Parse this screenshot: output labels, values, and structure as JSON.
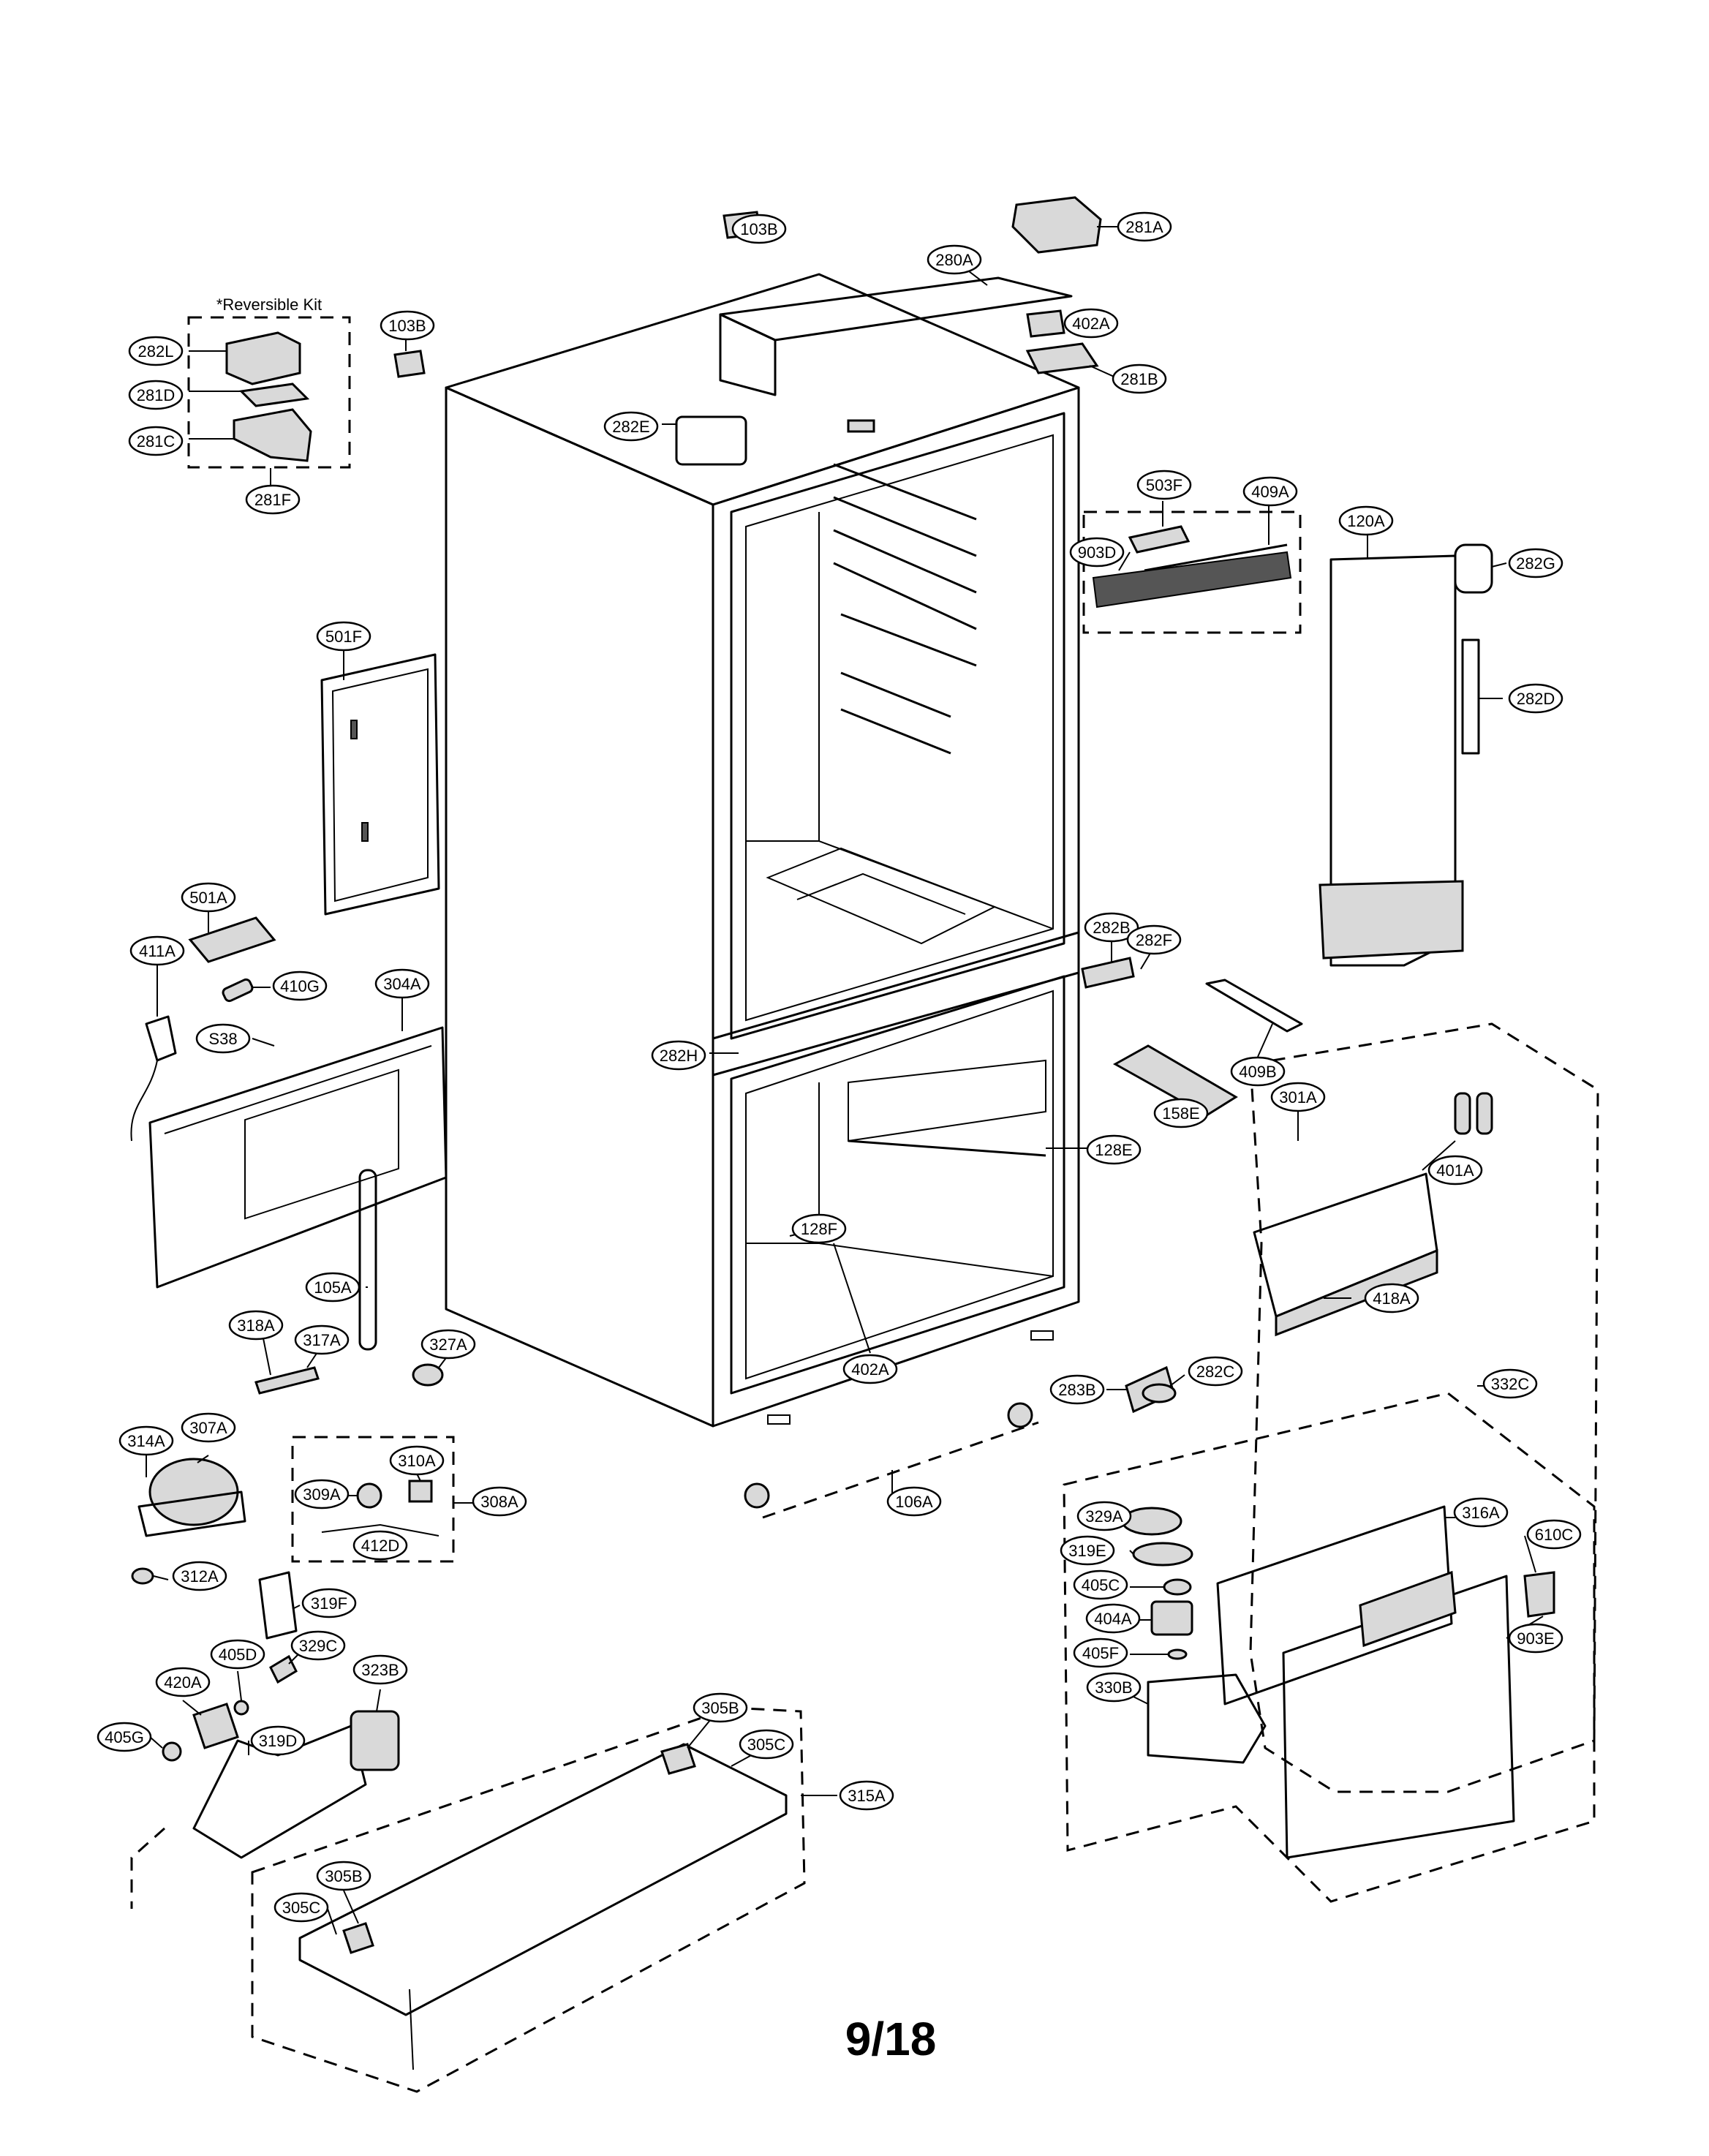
{
  "kit_note": "*Reversible Kit",
  "page_number": "9/18",
  "callouts": [
    {
      "id": "c103b_top",
      "label": "103B"
    },
    {
      "id": "c281a",
      "label": "281A"
    },
    {
      "id": "c280a",
      "label": "280A"
    },
    {
      "id": "c402a_top",
      "label": "402A"
    },
    {
      "id": "c281b",
      "label": "281B"
    },
    {
      "id": "c103b_left",
      "label": "103B"
    },
    {
      "id": "c282l",
      "label": "282L"
    },
    {
      "id": "c281d",
      "label": "281D"
    },
    {
      "id": "c281c",
      "label": "281C"
    },
    {
      "id": "c281f",
      "label": "281F"
    },
    {
      "id": "c282e",
      "label": "282E"
    },
    {
      "id": "c503f",
      "label": "503F"
    },
    {
      "id": "c409a",
      "label": "409A"
    },
    {
      "id": "c903d",
      "label": "903D"
    },
    {
      "id": "c120a",
      "label": "120A"
    },
    {
      "id": "c282g",
      "label": "282G"
    },
    {
      "id": "c282d",
      "label": "282D"
    },
    {
      "id": "c501f",
      "label": "501F"
    },
    {
      "id": "c501a",
      "label": "501A"
    },
    {
      "id": "c411a",
      "label": "411A"
    },
    {
      "id": "c410g",
      "label": "410G"
    },
    {
      "id": "c304a",
      "label": "304A"
    },
    {
      "id": "cs38",
      "label": "S38"
    },
    {
      "id": "c282b",
      "label": "282B"
    },
    {
      "id": "c282f",
      "label": "282F"
    },
    {
      "id": "c282h",
      "label": "282H"
    },
    {
      "id": "c409b",
      "label": "409B"
    },
    {
      "id": "c158e",
      "label": "158E"
    },
    {
      "id": "c301a",
      "label": "301A"
    },
    {
      "id": "c128e",
      "label": "128E"
    },
    {
      "id": "c401a",
      "label": "401A"
    },
    {
      "id": "c128f",
      "label": "128F"
    },
    {
      "id": "c418a",
      "label": "418A"
    },
    {
      "id": "c105a",
      "label": "105A"
    },
    {
      "id": "c318a",
      "label": "318A"
    },
    {
      "id": "c317a",
      "label": "317A"
    },
    {
      "id": "c327a",
      "label": "327A"
    },
    {
      "id": "c402a_bottom",
      "label": "402A"
    },
    {
      "id": "c283b",
      "label": "283B"
    },
    {
      "id": "c282c",
      "label": "282C"
    },
    {
      "id": "c332c",
      "label": "332C"
    },
    {
      "id": "c314a",
      "label": "314A"
    },
    {
      "id": "c307a",
      "label": "307A"
    },
    {
      "id": "c310a",
      "label": "310A"
    },
    {
      "id": "c309a",
      "label": "309A"
    },
    {
      "id": "c308a",
      "label": "308A"
    },
    {
      "id": "c106a",
      "label": "106A"
    },
    {
      "id": "c412d",
      "label": "412D"
    },
    {
      "id": "c312a",
      "label": "312A"
    },
    {
      "id": "c329a",
      "label": "329A"
    },
    {
      "id": "c316a",
      "label": "316A"
    },
    {
      "id": "c319e",
      "label": "319E"
    },
    {
      "id": "c610c",
      "label": "610C"
    },
    {
      "id": "c405c",
      "label": "405C"
    },
    {
      "id": "c404a",
      "label": "404A"
    },
    {
      "id": "c405f",
      "label": "405F"
    },
    {
      "id": "c903e",
      "label": "903E"
    },
    {
      "id": "c319f",
      "label": "319F"
    },
    {
      "id": "c330b",
      "label": "330B"
    },
    {
      "id": "c329c",
      "label": "329C"
    },
    {
      "id": "c405d",
      "label": "405D"
    },
    {
      "id": "c323b",
      "label": "323B"
    },
    {
      "id": "c420a",
      "label": "420A"
    },
    {
      "id": "c305b_top",
      "label": "305B"
    },
    {
      "id": "c405g",
      "label": "405G"
    },
    {
      "id": "c319d",
      "label": "319D"
    },
    {
      "id": "c305c_top",
      "label": "305C"
    },
    {
      "id": "c315a",
      "label": "315A"
    },
    {
      "id": "c305b_bottom",
      "label": "305B"
    },
    {
      "id": "c305c_bottom",
      "label": "305C"
    }
  ]
}
